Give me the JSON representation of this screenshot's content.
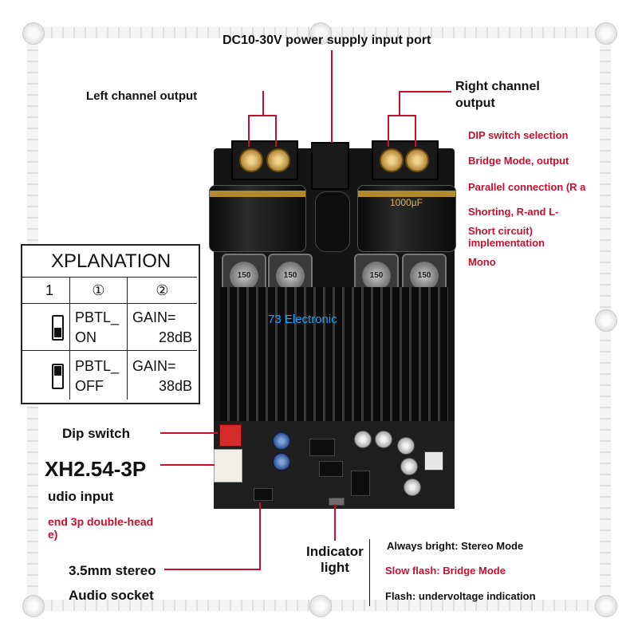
{
  "labels": {
    "power_input": "DC10-30V power supply input port",
    "left_output": "Left channel output",
    "right_output": "Right channel output",
    "dip_selection": "DIP switch selection",
    "bridge_mode": "Bridge Mode, output",
    "parallel": "Parallel connection (R a",
    "shorting": "Shorting, R-and L-",
    "short_circuit": "Short circuit)",
    "implementation": "implementation",
    "mono": "Mono",
    "dip_switch": "Dip switch",
    "xh_connector": "XH2.54-3P",
    "audio_input": "udio input",
    "cable_note_1": "end 3p double-head",
    "cable_note_2": "e)",
    "audio_socket_1": "3.5mm stereo",
    "audio_socket_2": "Audio socket",
    "indicator_1": "Indicator",
    "indicator_2": "light",
    "always_bright": "Always bright: Stereo Mode",
    "slow_flash": "Slow flash: Bridge Mode",
    "flash": "Flash: undervoltage indication",
    "brand": "73 Electronic"
  },
  "board_marks": {
    "inductor_value": "150",
    "cap_value": "1000µF"
  },
  "table": {
    "title": "XPLANATION",
    "col0": "1",
    "col1": "①",
    "col2": "②",
    "row1_col1_a": "PBTL_",
    "row1_col1_b": "ON",
    "row1_col2_a": "GAIN=",
    "row1_col2_b": "28dB",
    "row2_col1_a": "PBTL_",
    "row2_col1_b": "OFF",
    "row2_col2_a": "GAIN=",
    "row2_col2_b": "38dB"
  },
  "colors": {
    "accent_red": "#c8102e",
    "brand_blue": "#18a6ff"
  }
}
